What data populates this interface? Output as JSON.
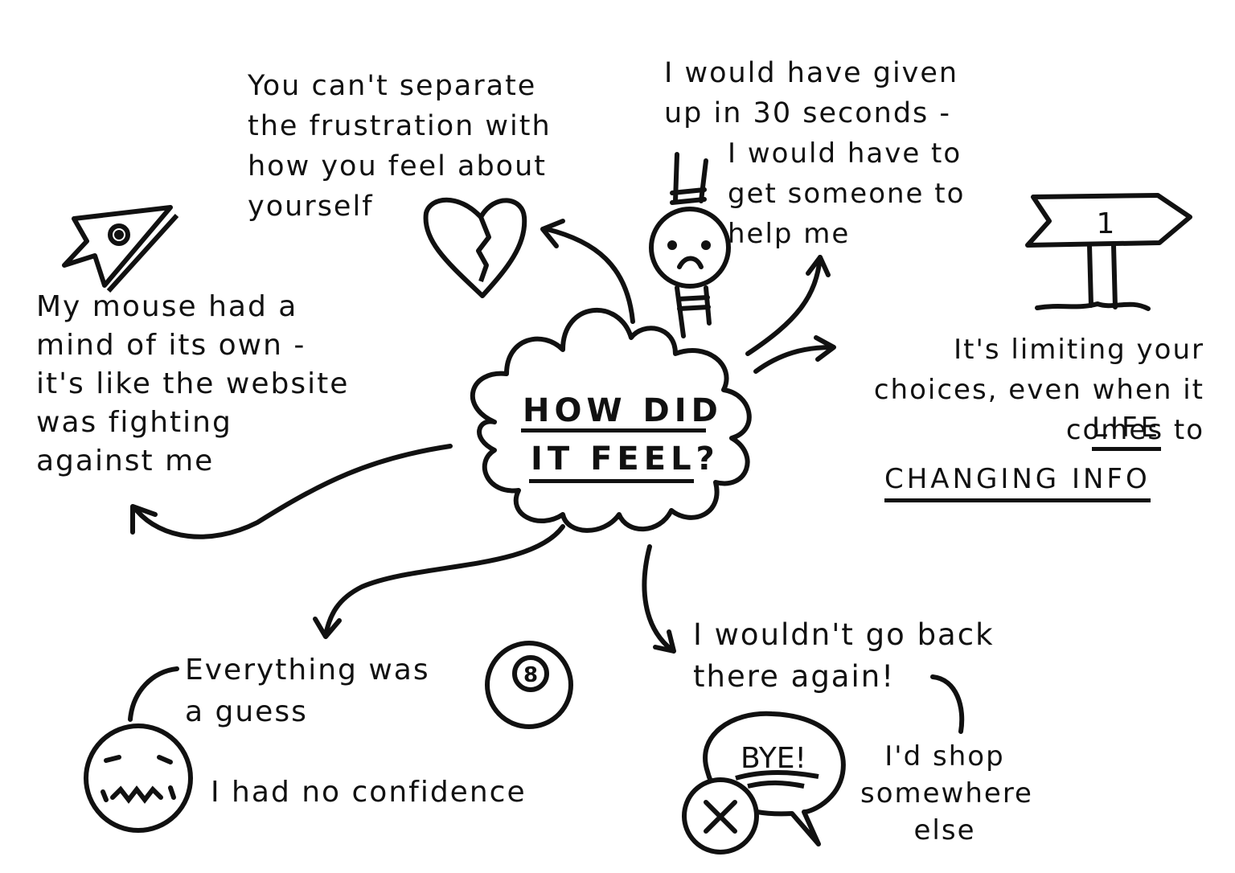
{
  "center": {
    "line1": "HOW DID",
    "line2": "IT FEEL?"
  },
  "notes": {
    "frustration": "You can't separate\nthe frustration with\nhow you feel about\nyourself",
    "gave_up": "I would have given\nup in 30 seconds -",
    "someone": "I would have to\nget someone to\nhelp me",
    "mouse": "My mouse had a\nmind of its own -\nit's like the website\nwas fighting\nagainst me",
    "limiting": "It's limiting your\nchoices, even when it\ncomes to",
    "life": "LIFE",
    "life_changing": "CHANGING INFO",
    "guess": "Everything was\na guess",
    "confidence": "I had no confidence",
    "go_back": "I wouldn't go back\nthere again!",
    "shop": "I'd shop\nsomewhere\nelse"
  },
  "signpost": {
    "number": "1"
  },
  "bubble": {
    "text": "BYE!"
  },
  "eight_ball": {
    "text": "8"
  },
  "icons": [
    "cursor-icon",
    "broken-heart-icon",
    "hanging-sad-person-icon",
    "signpost-icon",
    "eight-ball-icon",
    "worried-face-icon",
    "bye-speech-bubble-icon",
    "x-circle-icon"
  ]
}
